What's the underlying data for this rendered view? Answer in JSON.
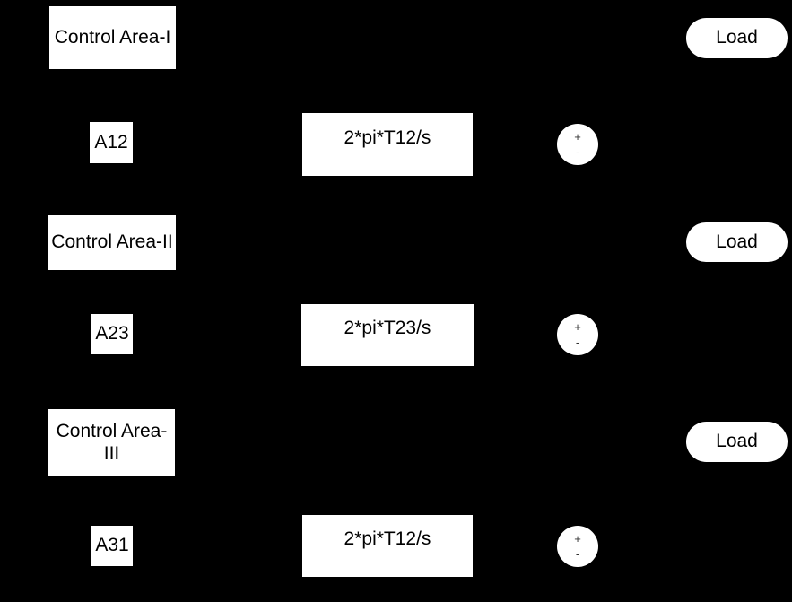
{
  "diagram": {
    "background": "#000000",
    "block_fill": "#ffffff",
    "text_color": "#000000",
    "sum_sign_color": "#333333",
    "rows": [
      {
        "control_area": "Control Area-I",
        "gain": "A12",
        "transfer_fn": "2*pi*T12/s",
        "sum_plus": "+",
        "sum_minus": "-",
        "load": "Load"
      },
      {
        "control_area": "Control Area-II",
        "gain": "A23",
        "transfer_fn": "2*pi*T23/s",
        "sum_plus": "+",
        "sum_minus": "-",
        "load": "Load"
      },
      {
        "control_area": "Control Area-III",
        "gain": "A31",
        "transfer_fn": "2*pi*T12/s",
        "sum_plus": "+",
        "sum_minus": "-",
        "load": "Load"
      }
    ]
  }
}
